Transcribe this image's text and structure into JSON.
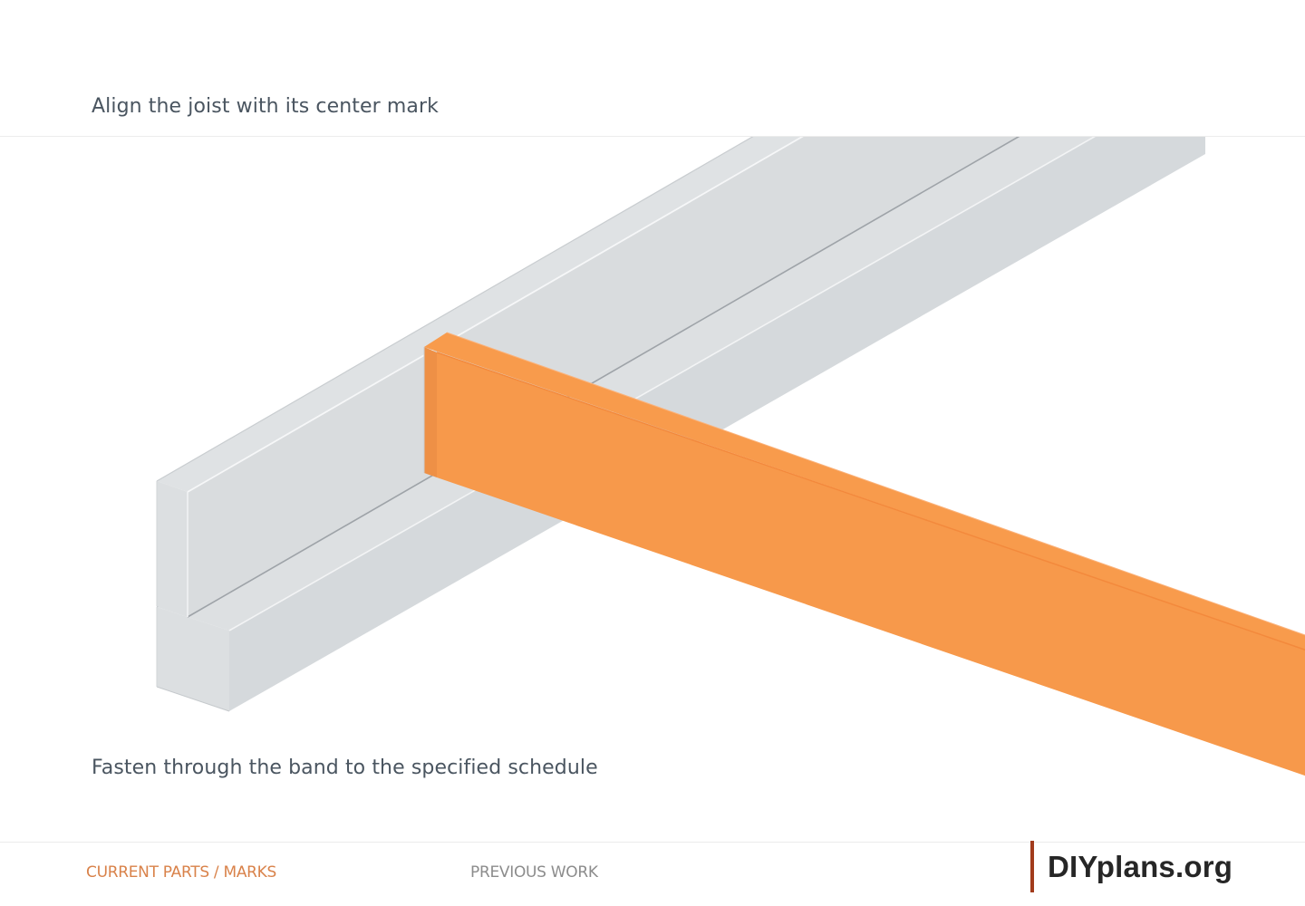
{
  "step": {
    "top_instruction": "Align the joist with its center mark",
    "bottom_instruction": "Fasten through the band to the specified schedule"
  },
  "legend": {
    "current_parts": "CURRENT PARTS / MARKS",
    "previous_work": "PREVIOUS WORK"
  },
  "brand": {
    "logo_text": "DIYplans.org"
  },
  "colors": {
    "current_part": "#F7994B",
    "previous_work": "#DDE0E2",
    "legend_current": "#D9824A",
    "legend_previous": "#8C8C8C",
    "brand_bar": "#A23B1C"
  }
}
